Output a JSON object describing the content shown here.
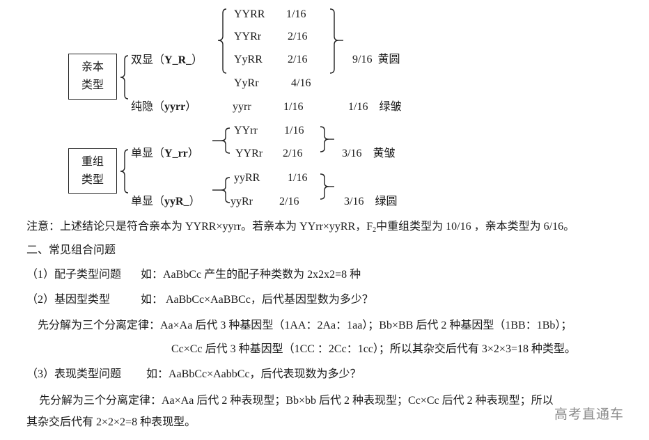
{
  "diagram": {
    "parental": {
      "box_label_line1": "亲本",
      "box_label_line2": "类型",
      "double_dominant": {
        "label_prefix": "双显（",
        "label_genotype": "Y_R_",
        "label_suffix": "）",
        "genotypes": [
          {
            "genotype": "YYRR",
            "ratio": "1/16"
          },
          {
            "genotype": "YYRr",
            "ratio": "2/16"
          },
          {
            "genotype": "YyRR",
            "ratio": "2/16"
          },
          {
            "genotype": "YyRr",
            "ratio": "4/16"
          }
        ],
        "total_ratio": "9/16",
        "phenotype": "黄圆"
      },
      "double_recessive": {
        "label_prefix": "纯隐（",
        "label_genotype": "yyrr",
        "label_suffix": "）",
        "genotype": "yyrr",
        "ratio": "1/16",
        "total_ratio": "1/16",
        "phenotype": "绿皱"
      }
    },
    "recombinant": {
      "box_label_line1": "重组",
      "box_label_line2": "类型",
      "yellow_wrinkled": {
        "label_prefix": "单显（",
        "label_genotype": "Y_rr",
        "label_suffix": "）",
        "genotypes": [
          {
            "genotype": "YYrr",
            "ratio": "1/16"
          },
          {
            "genotype": "YYRr",
            "ratio": "2/16"
          }
        ],
        "total_ratio": "3/16",
        "phenotype": "黄皱"
      },
      "green_round": {
        "label_prefix": "单显（",
        "label_genotype": "yyR_",
        "label_suffix": "）",
        "genotypes": [
          {
            "genotype": "yyRR",
            "ratio": "1/16"
          },
          {
            "genotype": "yyRr",
            "ratio": "2/16"
          }
        ],
        "total_ratio": "3/16",
        "phenotype": "绿圆"
      }
    }
  },
  "note": {
    "part1": "注意：上述结论只是符合亲本为 YYRR×yyrr。若亲本为 YYrr×yyRR，F",
    "subscript": "2",
    "part2": "中重组类型为  10/16  ，亲本类型为  6/16。"
  },
  "section2": {
    "heading": "二、常见组合问题",
    "q1": {
      "label": "（1）配子类型问题",
      "example": "如：AaBbCc 产生的配子种类数为 2x2x2=8 种"
    },
    "q2": {
      "label": "（2）基因型类型",
      "example": "如：  AaBbCc×AaBBCc，后代基因型数为多少？",
      "line1": "先分解为三个分离定律：Aa×Aa 后代 3 种基因型（1AA：2Aa：1aa）；Bb×BB 后代 2 种基因型（1BB：1Bb）；",
      "line2": "Cc×Cc 后代 3 种基因型（1CC  ：2Cc：1cc）；所以其杂交后代有 3×2×3=18 种类型。"
    },
    "q3": {
      "label": "（3）表现类型问题",
      "example": "如：AaBbCc×AabbCc，后代表现数为多少？",
      "line1": "先分解为三个分离定律：Aa×Aa 后代 2 种表现型；Bb×bb 后代 2 种表现型；Cc×Cc 后代 2 种表现型；所以",
      "line2": "其杂交后代有 2×2×2=8 种表现型。"
    }
  },
  "watermark": "高考直通车"
}
